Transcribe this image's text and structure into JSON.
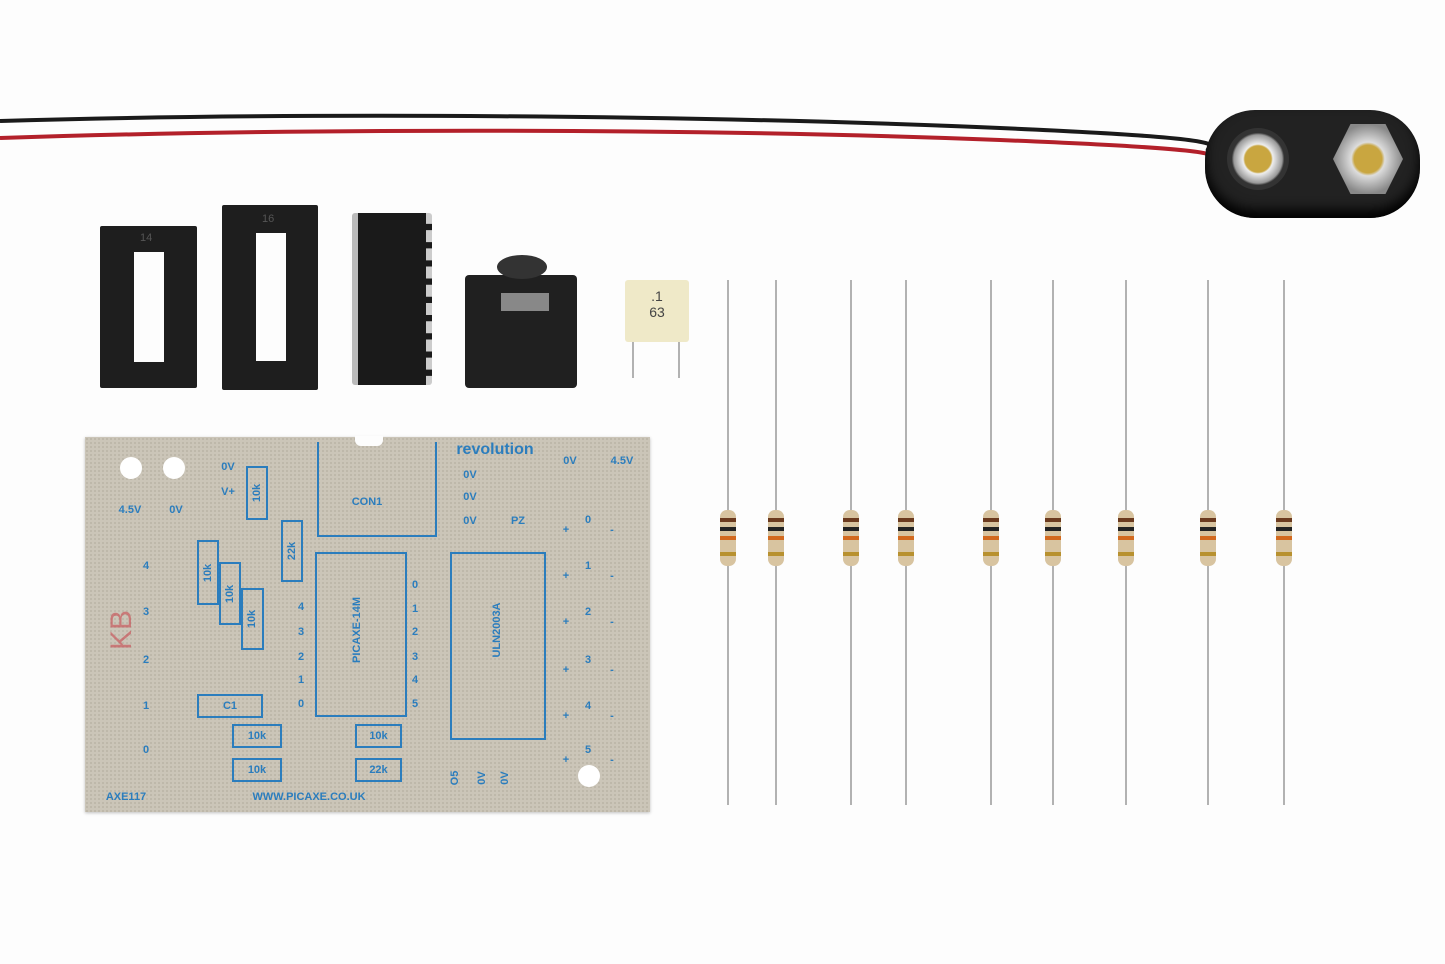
{
  "components": {
    "socket_14_label": "14",
    "socket_16_label": "16",
    "capacitor_marking_1": ".1",
    "capacitor_marking_2": "63"
  },
  "pcb": {
    "brand": "revolution",
    "model": "AXE117",
    "url": "WWW.PICAXE.CO.UK",
    "con": "CON1",
    "chip1": "PICAXE-14M",
    "chip2": "ULN2003A",
    "cap": "C1",
    "stamp": "KB",
    "power_top_right": [
      "0V",
      "4.5V"
    ],
    "power_top_left": [
      "0V",
      "V+"
    ],
    "power_left": [
      "4.5V",
      "0V"
    ],
    "con_pins": [
      "0V",
      "0V",
      "0V",
      "PZ"
    ],
    "left_numbers": [
      "4",
      "3",
      "2",
      "1",
      "0"
    ],
    "right_numbers": [
      "0",
      "1",
      "2",
      "3",
      "4",
      "5"
    ],
    "chip_left_pins": [
      "4",
      "3",
      "2",
      "1",
      "0"
    ],
    "chip_right_pins": [
      "0",
      "1",
      "2",
      "3",
      "4",
      "5"
    ],
    "bottom_pins": [
      "O5",
      "0V",
      "0V"
    ],
    "resistors": [
      "10k",
      "22k",
      "10k",
      "10k",
      "10k",
      "10k",
      "10k",
      "10k",
      "22k"
    ],
    "plus": "+",
    "minus": "-"
  },
  "colors": {
    "silkscreen": "#2b7dbd",
    "board": "#cbc5b8",
    "wire_red": "#b3202a",
    "wire_black": "#1a1a1a",
    "stamp": "#c83c46"
  }
}
